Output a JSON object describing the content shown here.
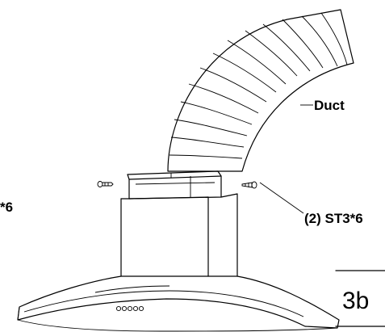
{
  "labels": {
    "duct": "Duct",
    "screws_right": "(2) ST3*6",
    "screws_left_partial": "*6",
    "step": "3b"
  }
}
